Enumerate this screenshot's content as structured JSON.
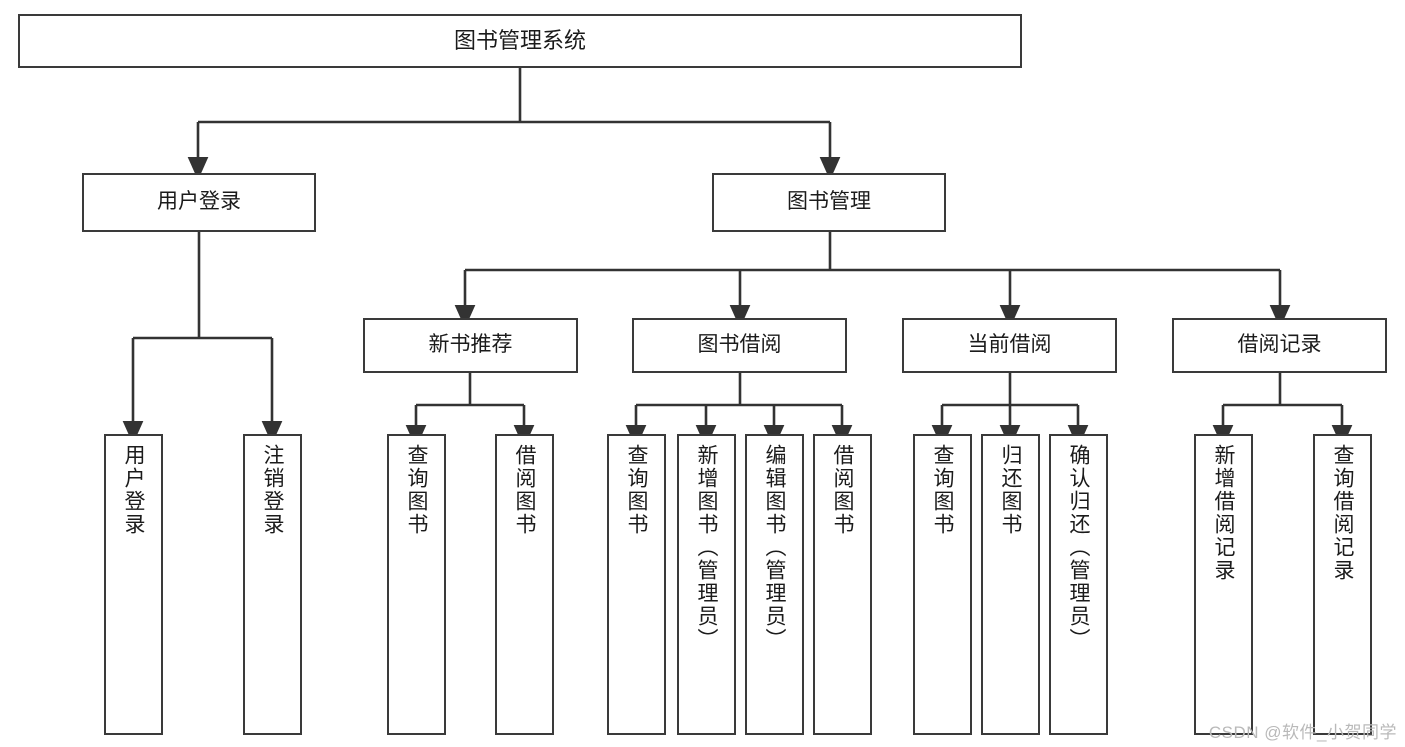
{
  "diagram": {
    "title": "图书管理系统",
    "type": "tree-hierarchy-diagram",
    "colors": {
      "box_border": "#3a3a3a",
      "box_fill": "#ffffff",
      "edge": "#333333",
      "text": "#1b1b1b",
      "watermark": "#b9b9b9",
      "background": "#ffffff"
    },
    "nodes": {
      "root": {
        "label": "图书管理系统"
      },
      "level2": [
        {
          "label": "用户登录"
        },
        {
          "label": "图书管理"
        }
      ],
      "level3": [
        {
          "label": "新书推荐"
        },
        {
          "label": "图书借阅"
        },
        {
          "label": "当前借阅"
        },
        {
          "label": "借阅记录"
        }
      ],
      "leaves": {
        "user_login": [
          {
            "label": "用户登录"
          },
          {
            "label": "注销登录"
          }
        ],
        "new_book_recommend": [
          {
            "label": "查询图书"
          },
          {
            "label": "借阅图书"
          }
        ],
        "book_borrow": [
          {
            "label": "查询图书"
          },
          {
            "label": "新增图书（管理员）"
          },
          {
            "label": "编辑图书（管理员）"
          },
          {
            "label": "借阅图书"
          }
        ],
        "current_borrow": [
          {
            "label": "查询图书"
          },
          {
            "label": "归还图书"
          },
          {
            "label": "确认归还（管理员）"
          }
        ],
        "borrow_record": [
          {
            "label": "新增借阅记录"
          },
          {
            "label": "查询借阅记录"
          }
        ]
      }
    },
    "watermark": "CSDN @软件_小贺同学"
  }
}
